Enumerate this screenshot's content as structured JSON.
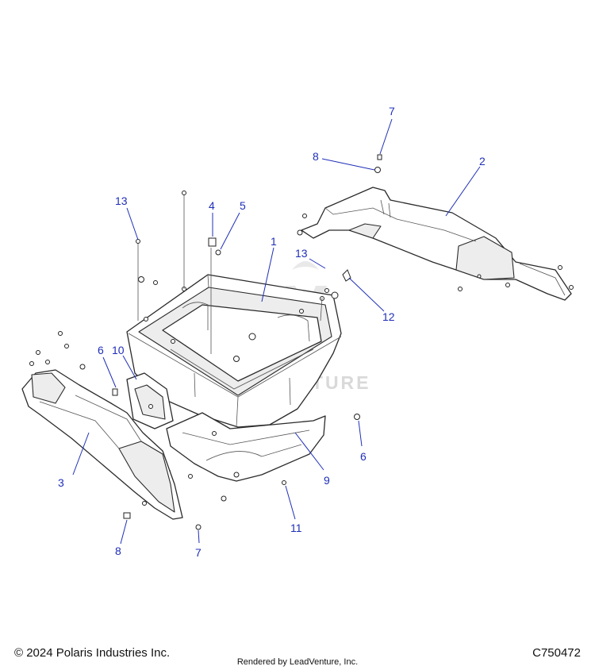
{
  "diagram": {
    "watermark": "LEADVENTURE",
    "callouts": [
      {
        "id": "c1",
        "label": "1"
      },
      {
        "id": "c2",
        "label": "2"
      },
      {
        "id": "c3",
        "label": "3"
      },
      {
        "id": "c4",
        "label": "4"
      },
      {
        "id": "c5",
        "label": "5"
      },
      {
        "id": "c6a",
        "label": "6"
      },
      {
        "id": "c6b",
        "label": "6"
      },
      {
        "id": "c7a",
        "label": "7"
      },
      {
        "id": "c7b",
        "label": "7"
      },
      {
        "id": "c8a",
        "label": "8"
      },
      {
        "id": "c8b",
        "label": "8"
      },
      {
        "id": "c9",
        "label": "9"
      },
      {
        "id": "c10",
        "label": "10"
      },
      {
        "id": "c11",
        "label": "11"
      },
      {
        "id": "c12",
        "label": "12"
      },
      {
        "id": "c13a",
        "label": "13"
      },
      {
        "id": "c13b",
        "label": "13"
      }
    ]
  },
  "footer": {
    "copyright": "© 2024 Polaris Industries Inc.",
    "rendered_by": "Rendered by LeadVenture, Inc.",
    "figure_id": "C750472"
  }
}
